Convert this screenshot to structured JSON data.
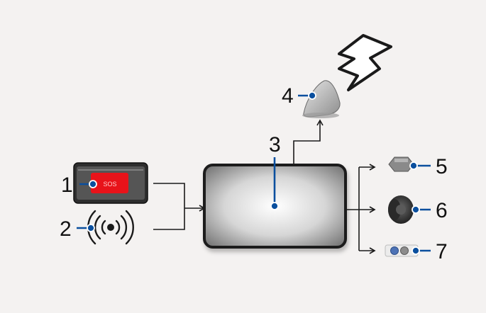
{
  "callouts": {
    "n1": "1",
    "n2": "2",
    "n3": "3",
    "n4": "4",
    "n5": "5",
    "n6": "6",
    "n7": "7"
  },
  "sos_button": {
    "label": "SOS",
    "color": "#e8131a"
  },
  "colors": {
    "background": "#f4f2f1",
    "line": "#1a1a1a",
    "pointer": "#0a4f9e"
  },
  "icons": {
    "sos": "sos-button-icon",
    "wave": "wireless-signal-icon",
    "module": "control-module",
    "antenna": "antenna-icon",
    "lightning": "lightning-bolt-icon",
    "mic": "microphone-icon",
    "speaker": "speaker-icon",
    "led": "led-indicator-icon"
  }
}
